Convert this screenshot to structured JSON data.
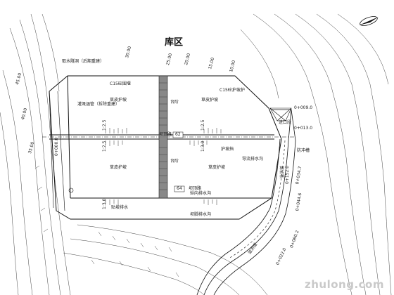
{
  "reservoir_label": "库区",
  "intake_label": "取水隧洞（后期重建）",
  "c15_wall_label": "C15砼围堰",
  "drain_pipe_label": "灌溉涵管（拆除重建）",
  "c15_slope_label": "C15砼护坡护",
  "berm_upper_label": "台阶",
  "berm_lower_label": "台阶",
  "slope_upper_left": "草皮护坡",
  "slope_upper_right": "草皮护坡",
  "slope_lower_left": "草皮护坡",
  "slope_lower_right": "草皮护坡",
  "road_top_label": "坝顶路",
  "road_top_num": "62",
  "road_bottom_label": "坝顶路",
  "road_bottom_num": "64",
  "drainage_label": "纵向排水沟",
  "drainage_label2": "坝脚排水沟",
  "toe_drain_label": "贴坡排水",
  "bypass_label": "导流排水沟",
  "retaining_label": "护坡挡",
  "gate_label": "进口段",
  "spillway_label": "溢洪道",
  "spillway_side": "溢洪道",
  "stone_label": "防冲槽",
  "slope_ratio_1": "1:2.5",
  "slope_ratio_2": "1:2.5",
  "slope_ratio_3": "1:3.0",
  "slope_ratio_4": "1:3.0",
  "slope_ratio_5": "1:2.5",
  "chainage_1": "0+009.0",
  "chainage_2": "0+013.0",
  "chainage_3": "0+034.7",
  "chainage_4": "0+044.6",
  "chainage_5": "0+060.2",
  "chainage_6": "0+022.0",
  "chainage_7": "0+000.0",
  "chainage_8": "0+152.0",
  "contour_values": [
    "30.00",
    "25.00",
    "20.00",
    "15.00",
    "10.00",
    "35.00",
    "40.00",
    "45.00"
  ],
  "watermark": "zhulong.com"
}
